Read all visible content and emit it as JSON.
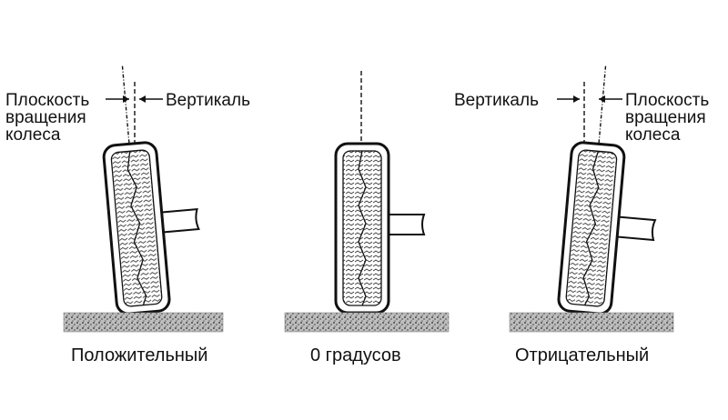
{
  "panels": [
    {
      "id": "positive",
      "left_labels": [
        "Плоскость",
        "вращения",
        "колеса"
      ],
      "right_labels": [
        "Вертикаль"
      ],
      "caption": "Положительный"
    },
    {
      "id": "zero",
      "caption": "0 градусов"
    },
    {
      "id": "negative",
      "left_labels": [
        "Вертикаль"
      ],
      "right_labels": [
        "Плоскость",
        "вращения",
        "колеса"
      ],
      "caption": "Отрицательный"
    }
  ],
  "colors": {
    "ink": "#111111",
    "ground": "#8a8a8a",
    "background": "#ffffff"
  }
}
